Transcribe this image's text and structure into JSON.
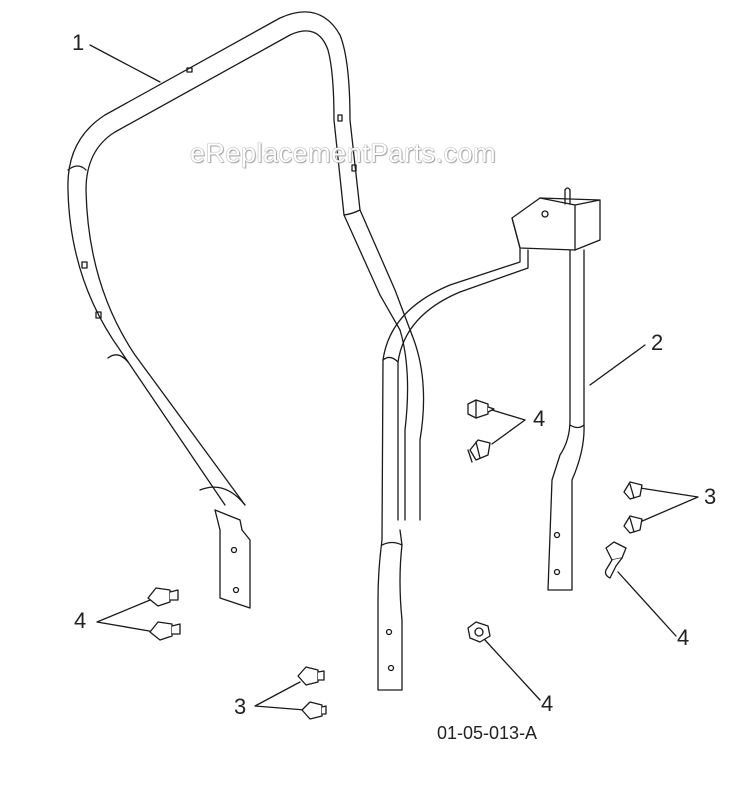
{
  "watermark": "eReplacementParts.com",
  "drawing_number": "01-05-013-A",
  "callouts": {
    "c1": "1",
    "c2": "2",
    "c3_right": "3",
    "c3_bottom": "3",
    "c4_center": "4",
    "c4_left": "4",
    "c4_right": "4",
    "c4_bottom": "4"
  },
  "colors": {
    "line": "#1a1a1a",
    "background": "#ffffff"
  }
}
